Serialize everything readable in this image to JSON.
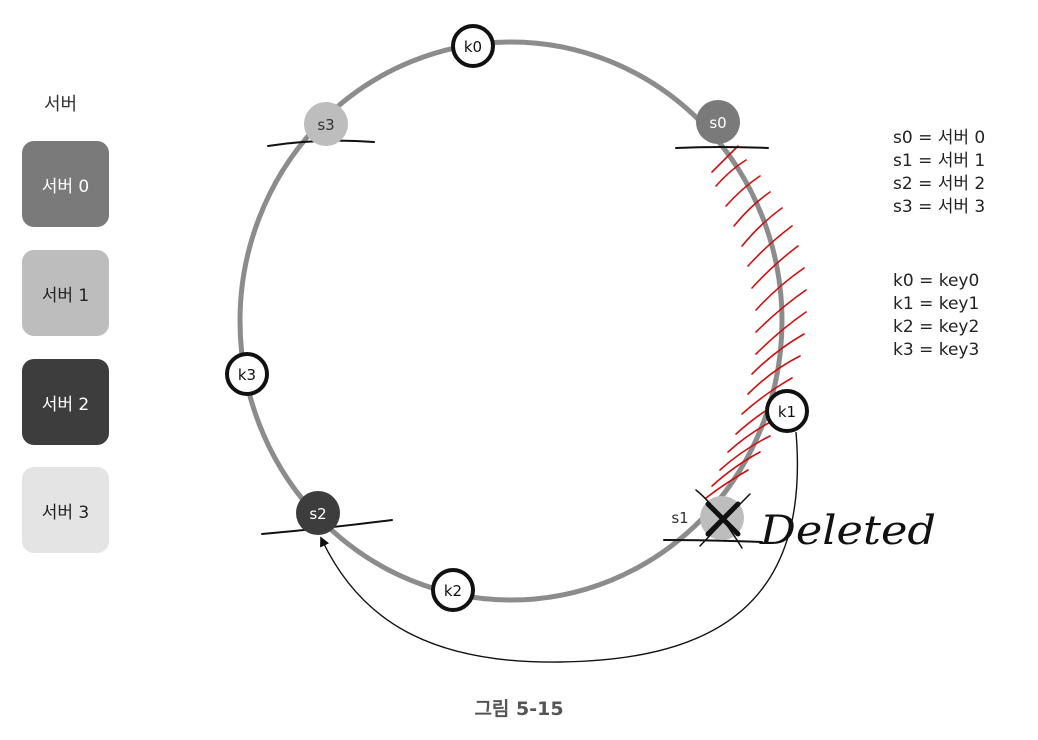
{
  "legend": {
    "title": "서버",
    "servers": [
      {
        "label": "서버 0",
        "color": "#7a7a7a",
        "text_color": "#ffffff"
      },
      {
        "label": "서버 1",
        "color": "#bdbdbd",
        "text_color": "#222222"
      },
      {
        "label": "서버 2",
        "color": "#3d3d3d",
        "text_color": "#ffffff"
      },
      {
        "label": "서버 3",
        "color": "#e4e4e4",
        "text_color": "#222222"
      }
    ]
  },
  "ring": {
    "servers": [
      {
        "label": "s0",
        "color": "#7a7a7a"
      },
      {
        "label": "s1",
        "color": "#bdbdbd"
      },
      {
        "label": "s2",
        "color": "#3d3d3d"
      },
      {
        "label": "s3",
        "color": "#bdbdbd"
      }
    ],
    "keys": [
      {
        "label": "k0"
      },
      {
        "label": "k1"
      },
      {
        "label": "k2"
      },
      {
        "label": "k3"
      }
    ],
    "deleted_annotation": "Deleted",
    "hatch_color": "#cc1111"
  },
  "server_map": [
    "s0 = 서버 0",
    "s1 = 서버 1",
    "s2 = 서버 2",
    "s3 = 서버 3"
  ],
  "key_map": [
    "k0 = key0",
    "k1 = key1",
    "k2 = key2",
    "k3 = key3"
  ],
  "caption": "그림 5-15"
}
